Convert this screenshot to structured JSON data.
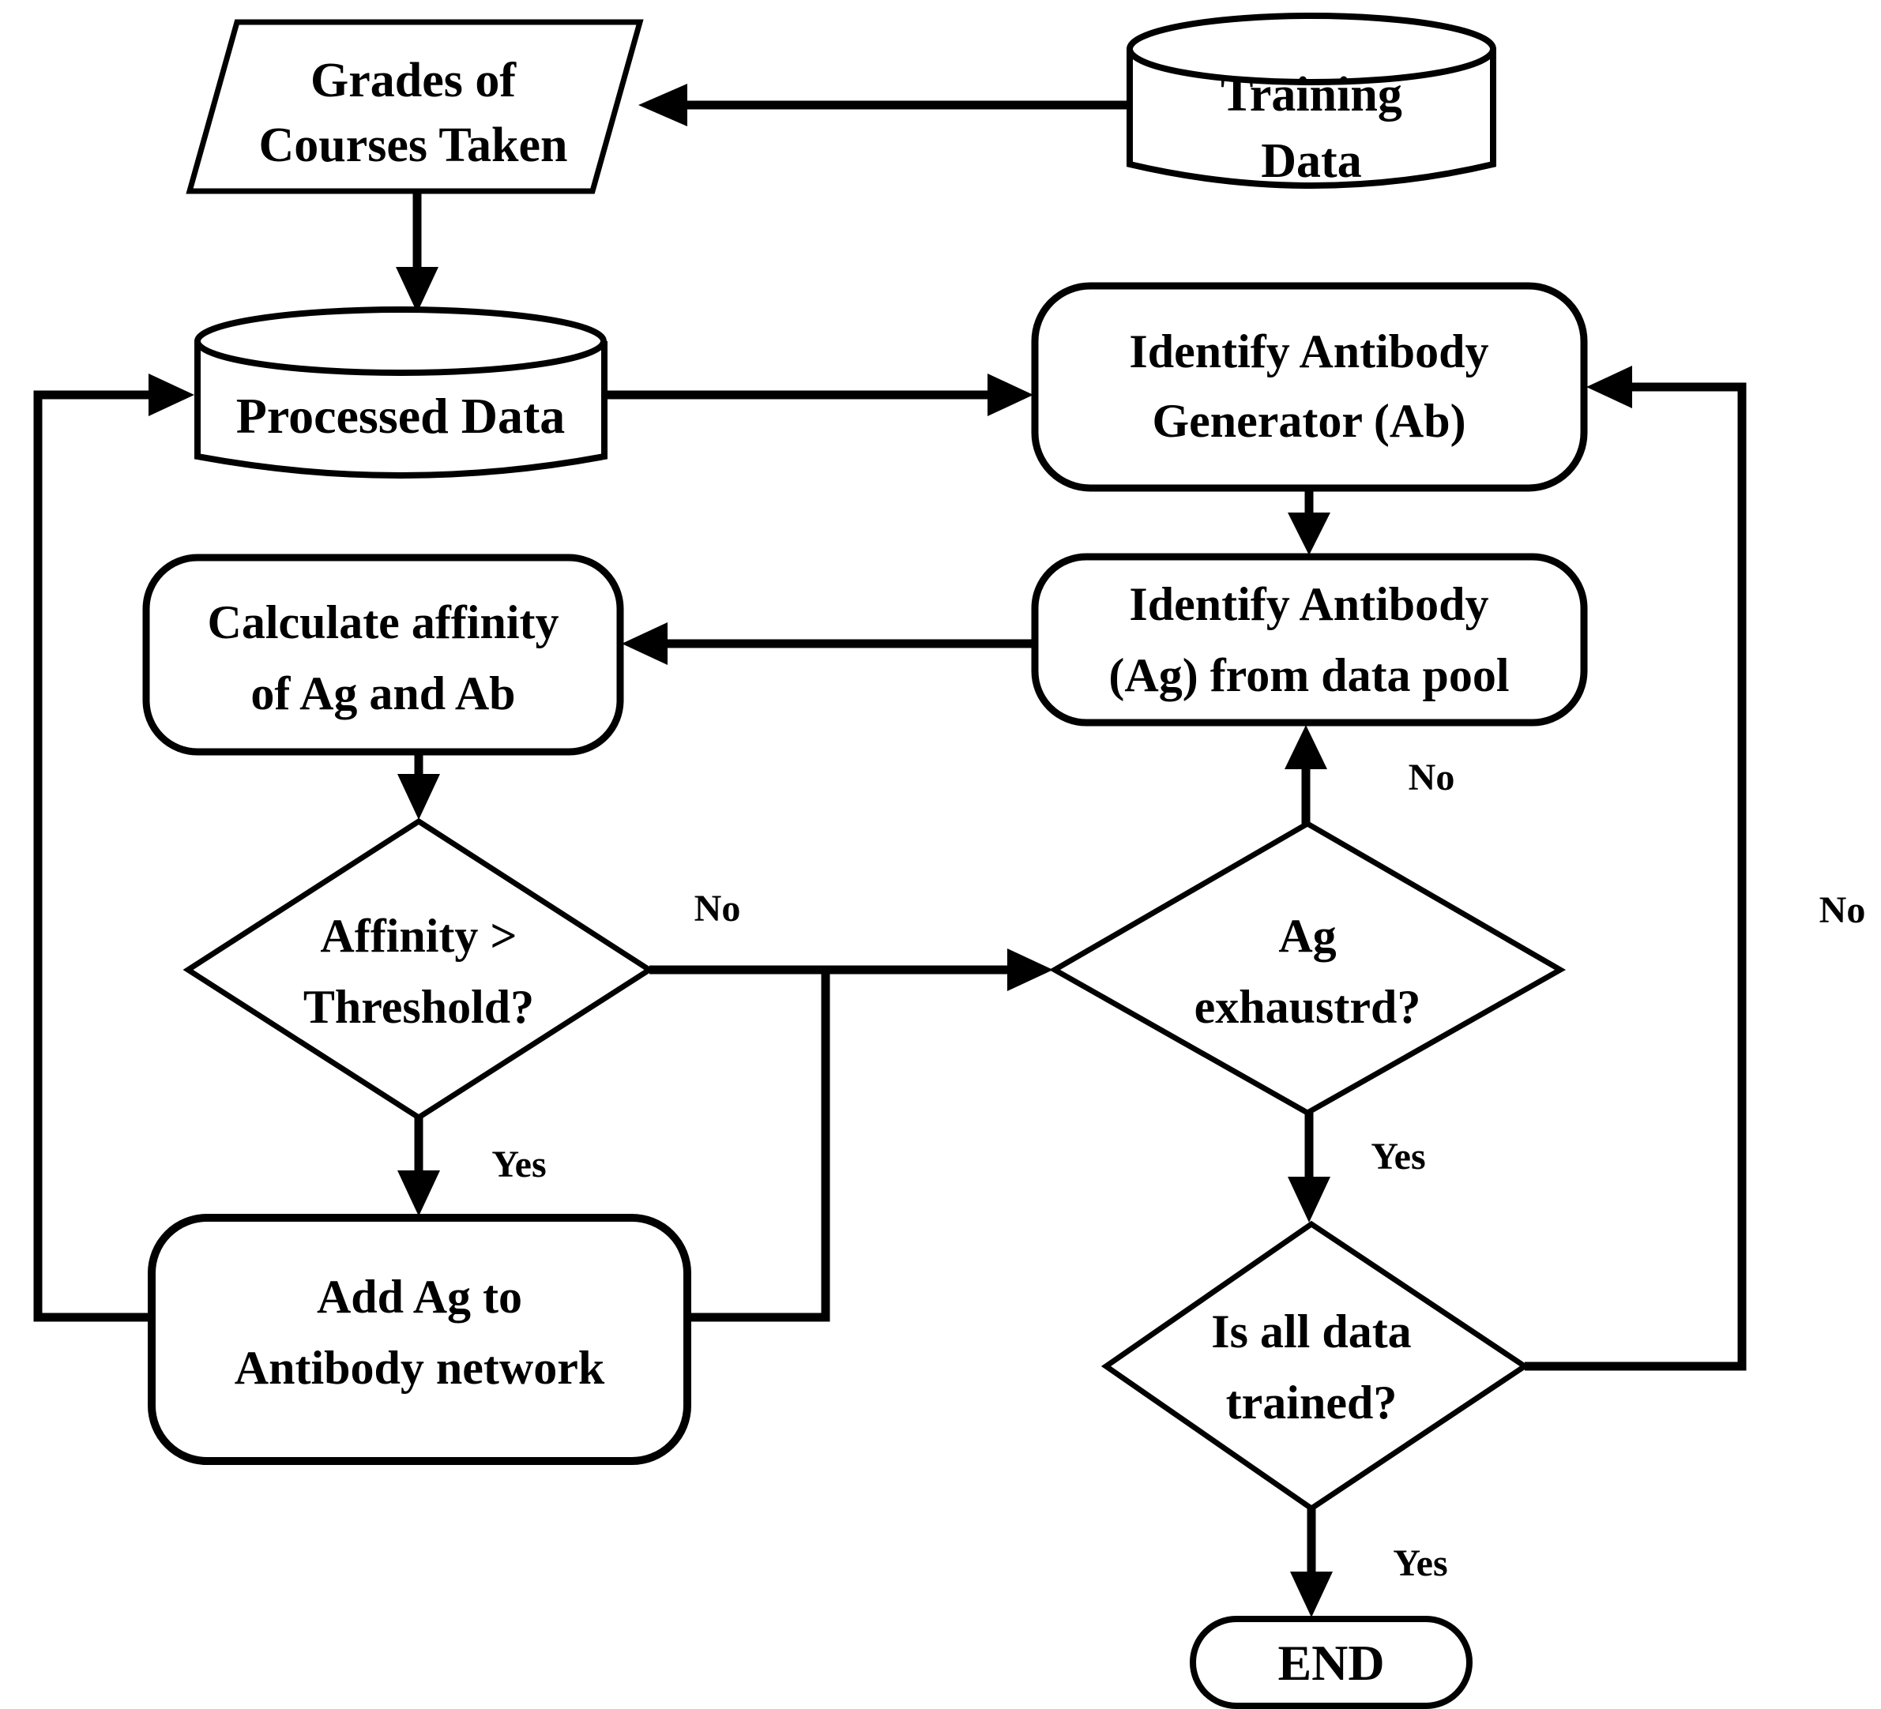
{
  "theme": {
    "ink": "#000000",
    "paper": "#ffffff"
  },
  "diagram": {
    "type": "flowchart",
    "nodes": {
      "grades": {
        "shape": "parallelogram",
        "lines": [
          "Grades of",
          "Courses Taken"
        ]
      },
      "training": {
        "shape": "cylinder",
        "lines": [
          "Training",
          "Data"
        ]
      },
      "processed": {
        "shape": "cylinder",
        "lines": [
          "Processed Data"
        ]
      },
      "abgen": {
        "shape": "rounded-rect",
        "lines": [
          "Identify Antibody",
          "Generator (Ab)"
        ]
      },
      "agpool": {
        "shape": "rounded-rect",
        "lines": [
          "Identify Antibody",
          "(Ag) from data pool"
        ]
      },
      "calc": {
        "shape": "rounded-rect",
        "lines": [
          "Calculate affinity",
          "of Ag and Ab"
        ]
      },
      "affinity": {
        "shape": "diamond",
        "lines": [
          "Affinity >",
          "Threshold?"
        ]
      },
      "agex": {
        "shape": "diamond",
        "lines": [
          "Ag",
          "exhaustrd?"
        ]
      },
      "addag": {
        "shape": "rounded-rect",
        "lines": [
          "Add Ag to",
          "Antibody network"
        ]
      },
      "trained": {
        "shape": "diamond",
        "lines": [
          "Is all data",
          "trained?"
        ]
      },
      "end": {
        "shape": "stadium",
        "lines": [
          "END"
        ]
      }
    },
    "labels": {
      "affinity_no": "No",
      "affinity_yes": "Yes",
      "agex_no": "No",
      "agex_yes": "Yes",
      "trained_no": "No",
      "trained_yes": "Yes"
    }
  }
}
